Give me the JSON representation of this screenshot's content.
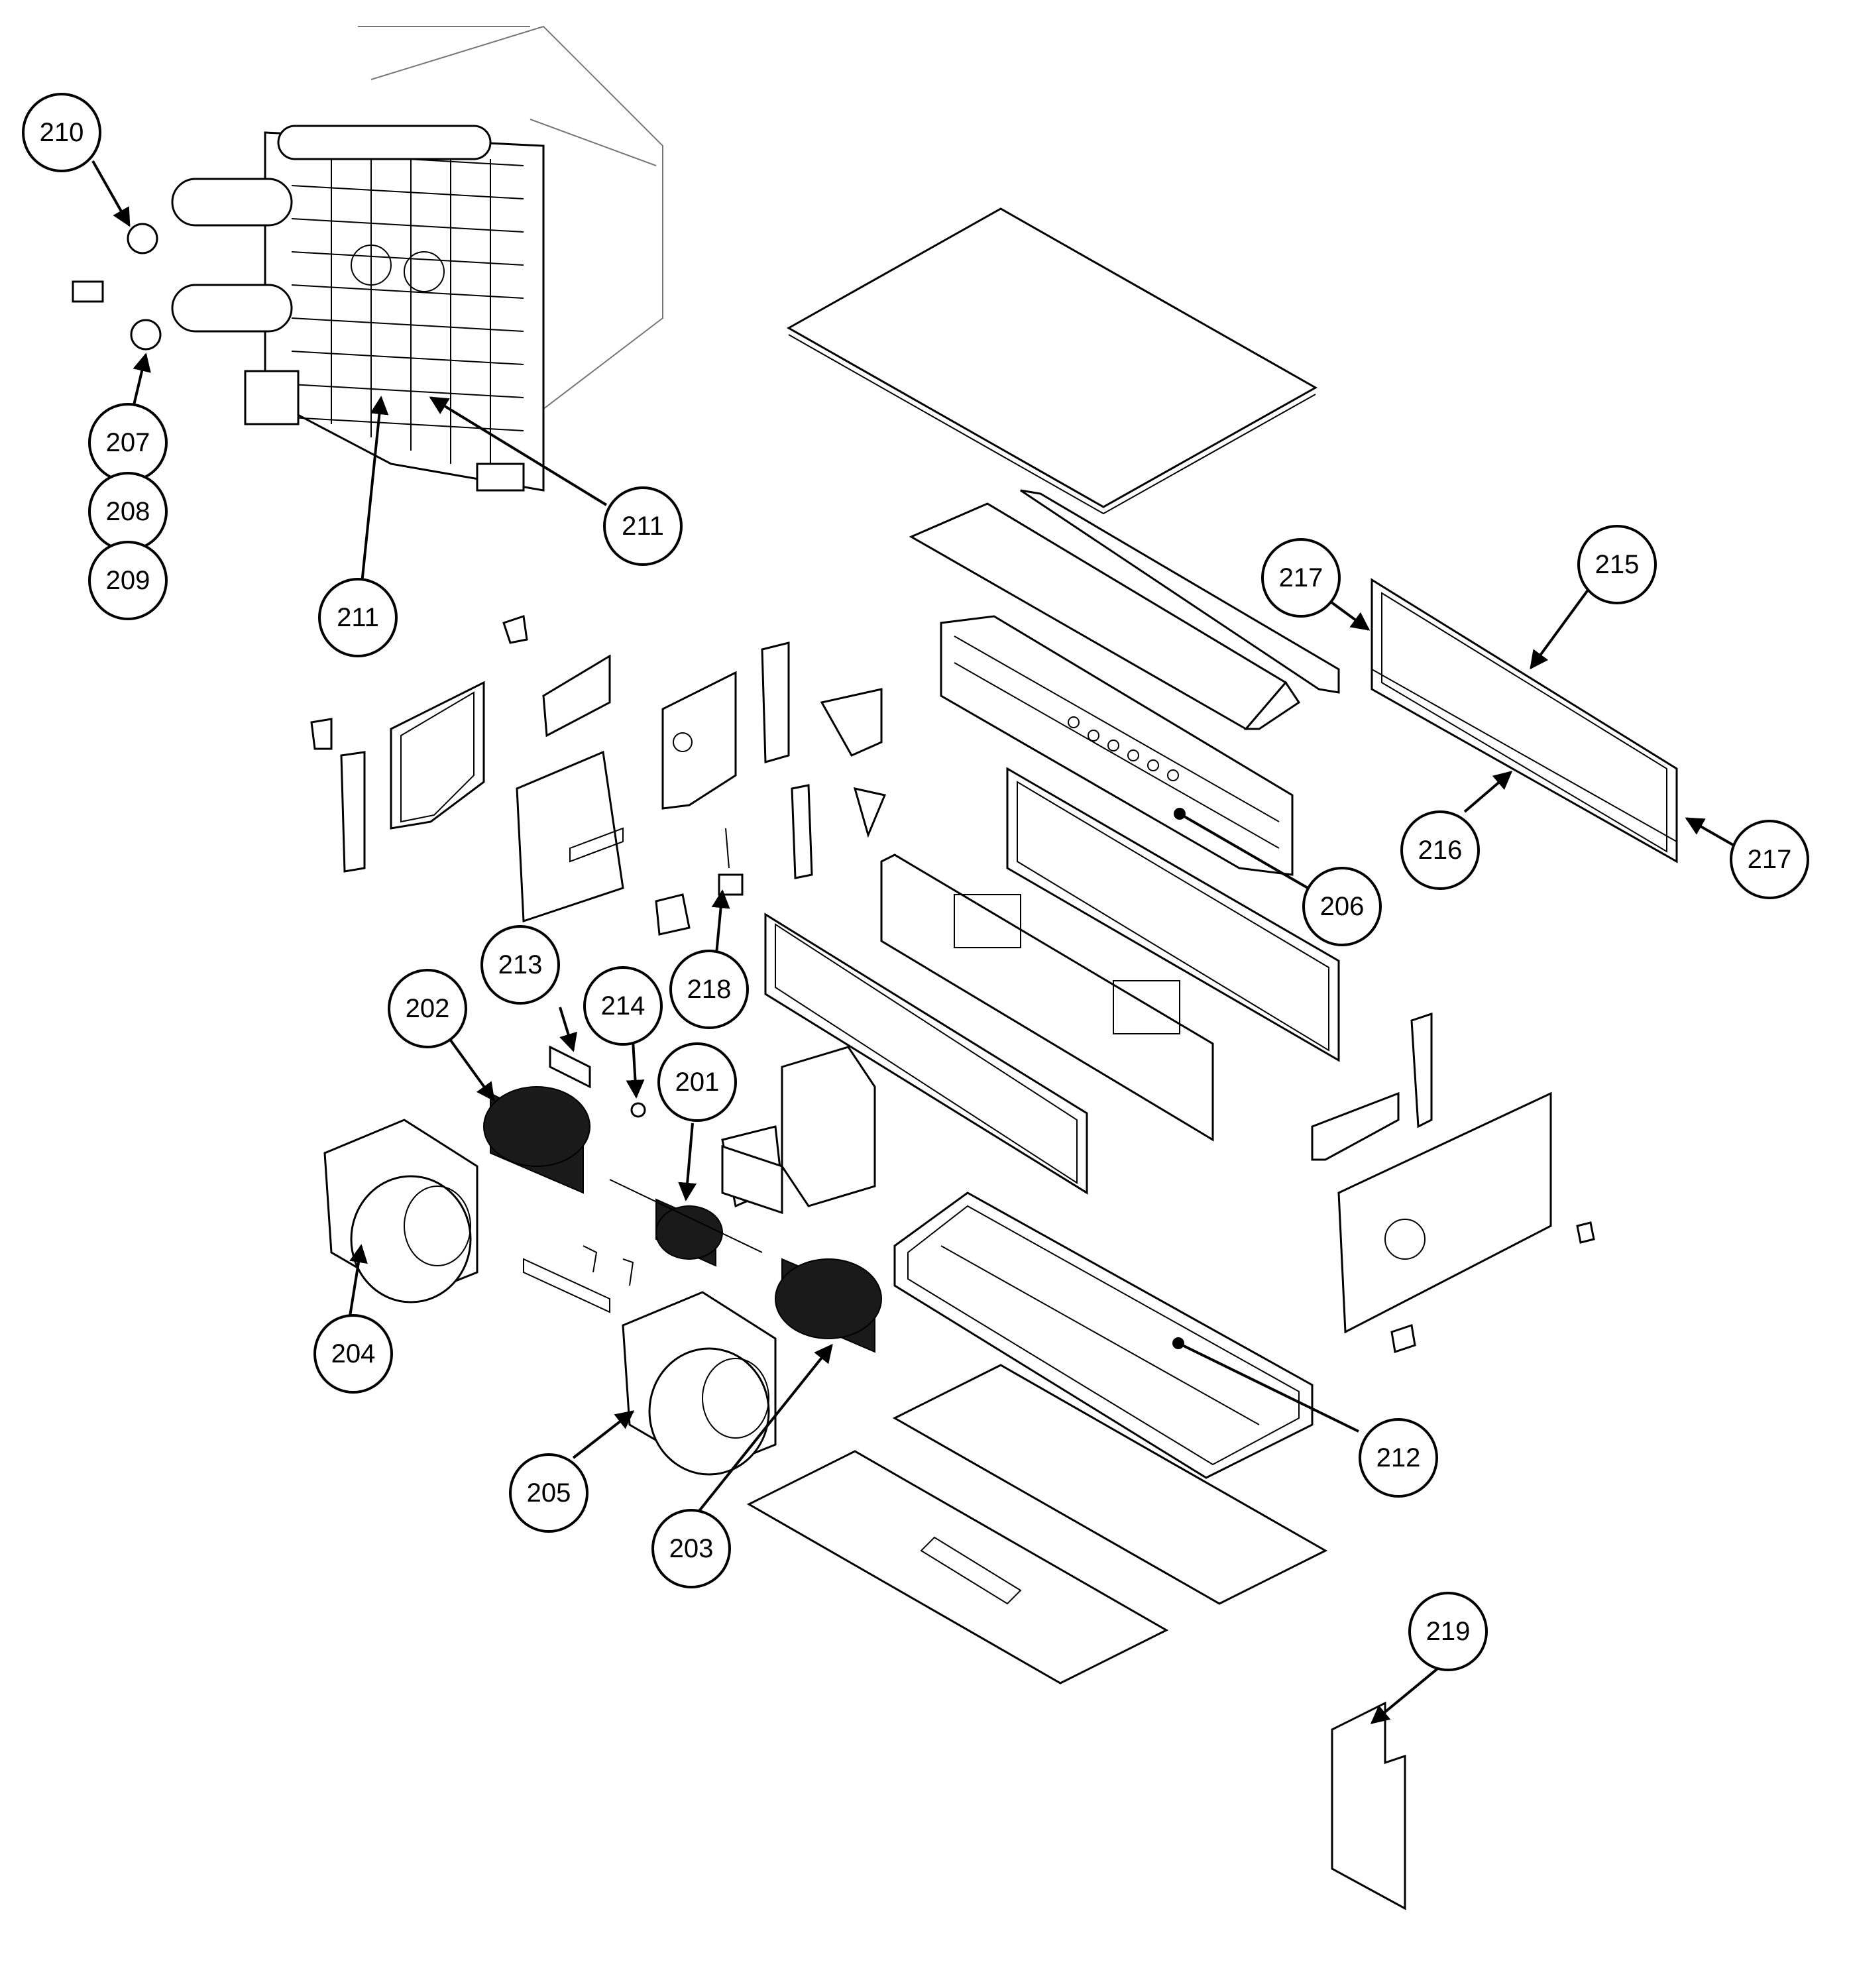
{
  "callouts": [
    {
      "id": "c210",
      "label": "210"
    },
    {
      "id": "c207",
      "label": "207"
    },
    {
      "id": "c208",
      "label": "208"
    },
    {
      "id": "c209",
      "label": "209"
    },
    {
      "id": "c211a",
      "label": "211"
    },
    {
      "id": "c211b",
      "label": "211"
    },
    {
      "id": "c217a",
      "label": "217"
    },
    {
      "id": "c215",
      "label": "215"
    },
    {
      "id": "c216",
      "label": "216"
    },
    {
      "id": "c217b",
      "label": "217"
    },
    {
      "id": "c206",
      "label": "206"
    },
    {
      "id": "c213",
      "label": "213"
    },
    {
      "id": "c214",
      "label": "214"
    },
    {
      "id": "c218",
      "label": "218"
    },
    {
      "id": "c202",
      "label": "202"
    },
    {
      "id": "c201",
      "label": "201"
    },
    {
      "id": "c204",
      "label": "204"
    },
    {
      "id": "c205",
      "label": "205"
    },
    {
      "id": "c203",
      "label": "203"
    },
    {
      "id": "c212",
      "label": "212"
    },
    {
      "id": "c219",
      "label": "219"
    }
  ],
  "colors": {
    "ink": "#000000",
    "background": "#ffffff",
    "shade": "#e6e6e6"
  }
}
